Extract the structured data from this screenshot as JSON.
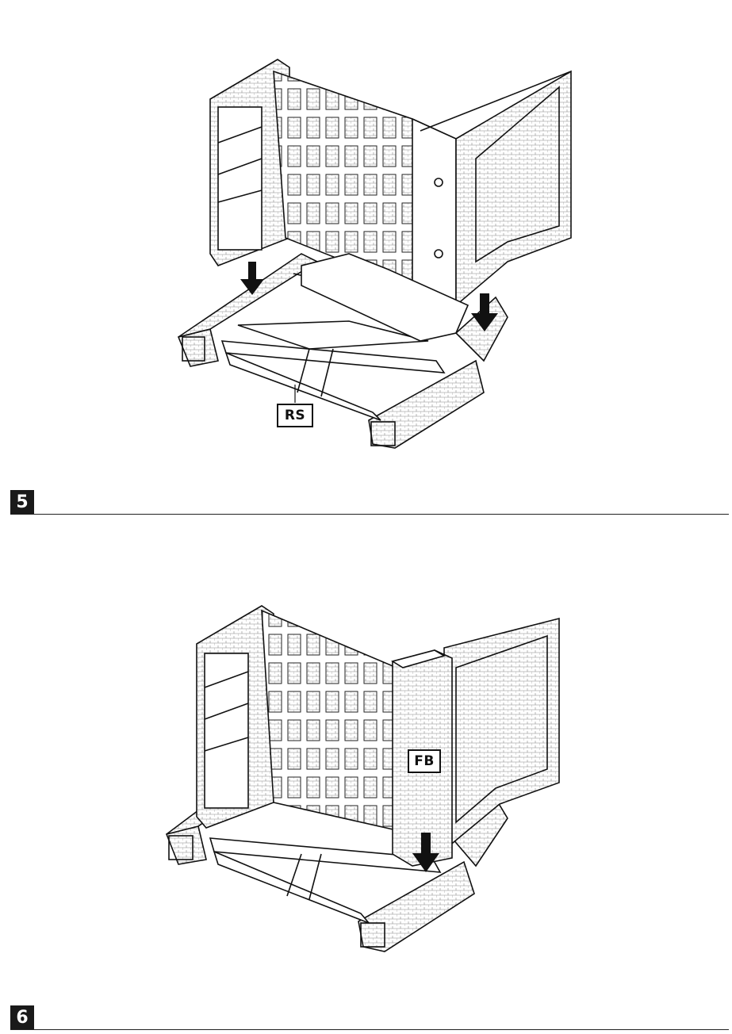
{
  "steps": [
    {
      "number": "5",
      "callout": "RS"
    },
    {
      "number": "6",
      "callout": "FB"
    }
  ],
  "colors": {
    "ink": "#1a1a1a",
    "paper": "#ffffff"
  },
  "icons": [
    "down-arrow-icon",
    "down-arrow-icon",
    "down-arrow-icon"
  ]
}
